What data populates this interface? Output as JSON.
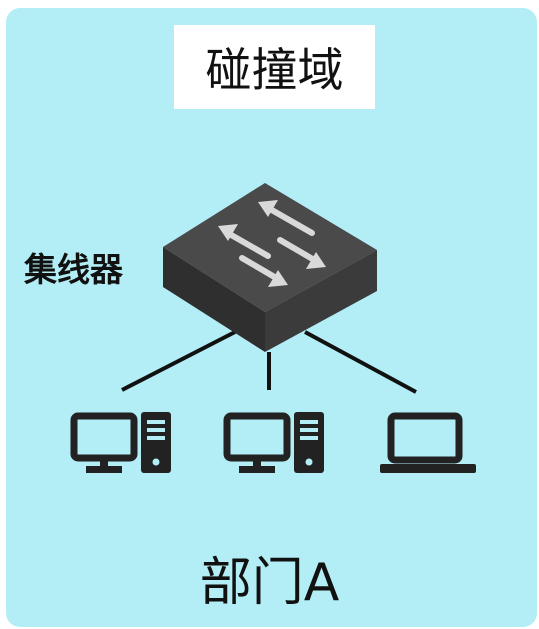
{
  "diagram": {
    "title": "碰撞域",
    "hub_label": "集线器",
    "department_label": "部门A",
    "colors": {
      "background": "#b3eef7",
      "title_box": "#ffffff",
      "device": "#222222",
      "hub_top": "#4a4a4a",
      "arrows": "#d9d9d9"
    },
    "devices": [
      {
        "type": "desktop-computer-icon"
      },
      {
        "type": "desktop-computer-icon"
      },
      {
        "type": "laptop-icon"
      }
    ]
  }
}
